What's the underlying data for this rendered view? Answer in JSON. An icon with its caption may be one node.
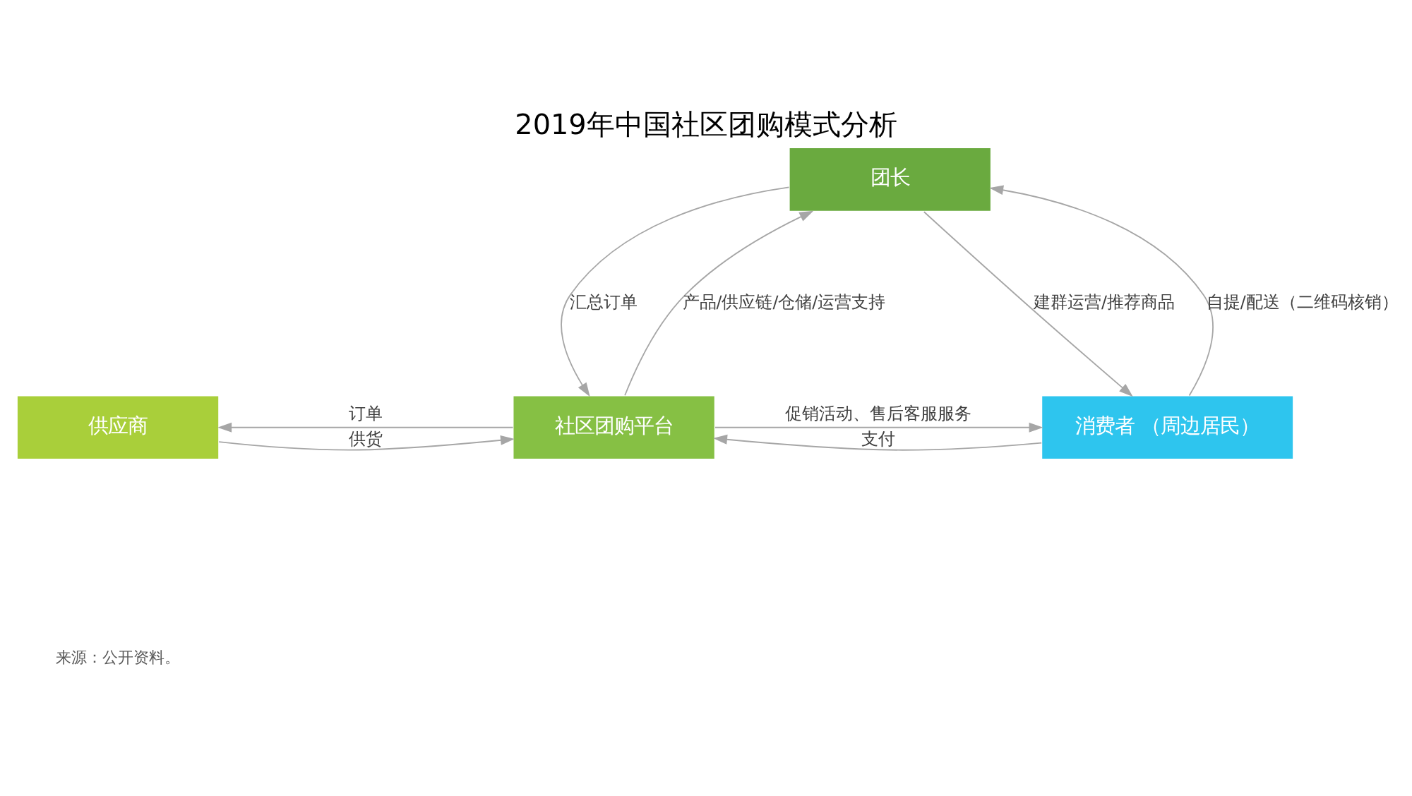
{
  "diagram": {
    "title": "2019年中国社区团购模式分析",
    "caption": "来源：公开资料。",
    "nodes": [
      {
        "text": [
          "团长"
        ]
      },
      {
        "text": [
          "供应商"
        ]
      },
      {
        "text": [
          "社区团购平台"
        ]
      },
      {
        "text": [
          "消费者 （周边居民）"
        ]
      }
    ],
    "edges": [
      {
        "from": 2,
        "to": 0,
        "arrow": "to",
        "label": "产品/供应链/仓储/运营支持"
      },
      {
        "from": 0,
        "to": 2,
        "arrow": "to",
        "label": "汇总订单"
      },
      {
        "from": 0,
        "to": 3,
        "arrow": "to",
        "label": "建群运营/推荐商品"
      },
      {
        "from": 3,
        "to": 0,
        "arrow": "to",
        "label": "自提/配送（二维码核销）"
      },
      {
        "from": 2,
        "to": 1,
        "arrow": "to",
        "label": "订单"
      },
      {
        "from": 1,
        "to": 2,
        "arrow": "to",
        "label": "供货"
      },
      {
        "from": 2,
        "to": 3,
        "arrow": "to",
        "label": "促销活动、售后客服服务"
      },
      {
        "from": 3,
        "to": 2,
        "arrow": "to",
        "label": "支付"
      }
    ]
  }
}
